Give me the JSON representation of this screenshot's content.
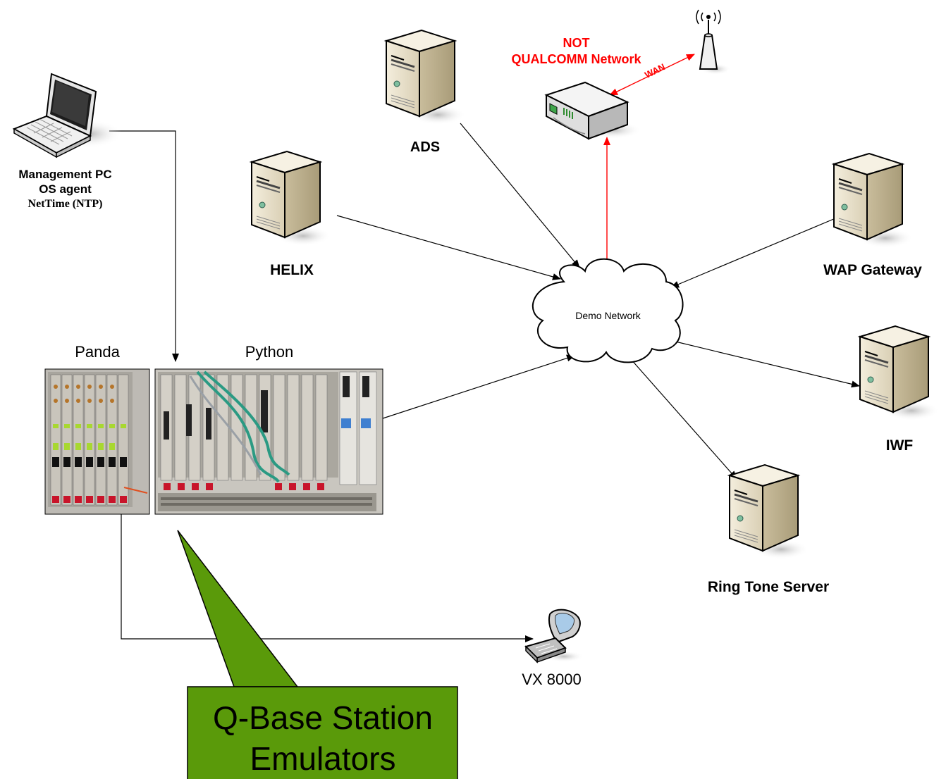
{
  "management_pc": {
    "line1": "Management PC",
    "line2": "OS agent",
    "line3": "NetTime (NTP)",
    "icon": "laptop-icon"
  },
  "servers": {
    "ads": "ADS",
    "helix": "HELIX",
    "wap_gateway": "WAP Gateway",
    "iwf": "IWF",
    "ring_tone": "Ring Tone Server",
    "icon": "server-tower-icon"
  },
  "router": {
    "not_label_line1": "NOT",
    "not_label_line2": "QUALCOMM Network",
    "wan_label": "WAN",
    "icon": "router-icon"
  },
  "antenna": {
    "icon": "antenna-icon"
  },
  "cloud": {
    "label": "Demo Network",
    "icon": "cloud-icon"
  },
  "equipment": {
    "panda": "Panda",
    "python": "Python",
    "icon": "rack-chassis-icon"
  },
  "phone": {
    "label": "VX 8000",
    "icon": "flip-phone-icon"
  },
  "callout": {
    "line1": "Q-Base Station",
    "line2": "Emulators",
    "color": "#5a9a0a"
  },
  "colors": {
    "connector": "#000000",
    "wan_connector": "#ff0000",
    "server_body": "#eee6d2",
    "server_shadow": "#c8c8c8"
  }
}
